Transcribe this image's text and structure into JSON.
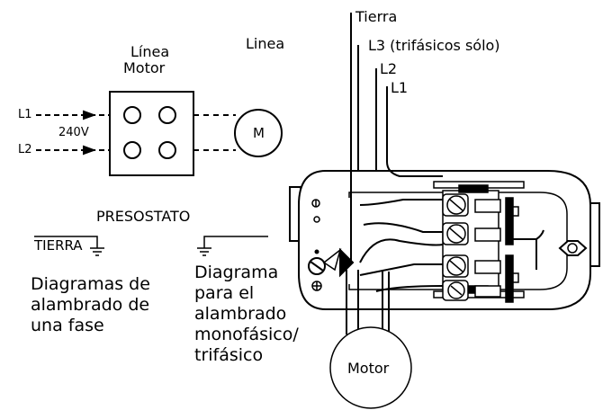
{
  "pressure_switch": {
    "top_label_line1": "Línea",
    "top_label_line2": "Motor",
    "name": "PRESOSTATO",
    "input_l1": "L1",
    "input_l2": "L2",
    "voltage": "240V",
    "motor": "M"
  },
  "ground": {
    "label": "TIERRA"
  },
  "single_phase_caption": [
    "Diagramas de",
    "alambrado de",
    "una fase"
  ],
  "line_label": "Linea",
  "wires": {
    "ground": "Tierra",
    "l3": "L3 (trifásicos sólo)",
    "l2": "L2",
    "l1": "L1"
  },
  "three_phase_caption": [
    "Diagrama",
    "para el",
    "alambrado",
    "monofásico/",
    "trifásico"
  ],
  "motor_label": "Motor"
}
